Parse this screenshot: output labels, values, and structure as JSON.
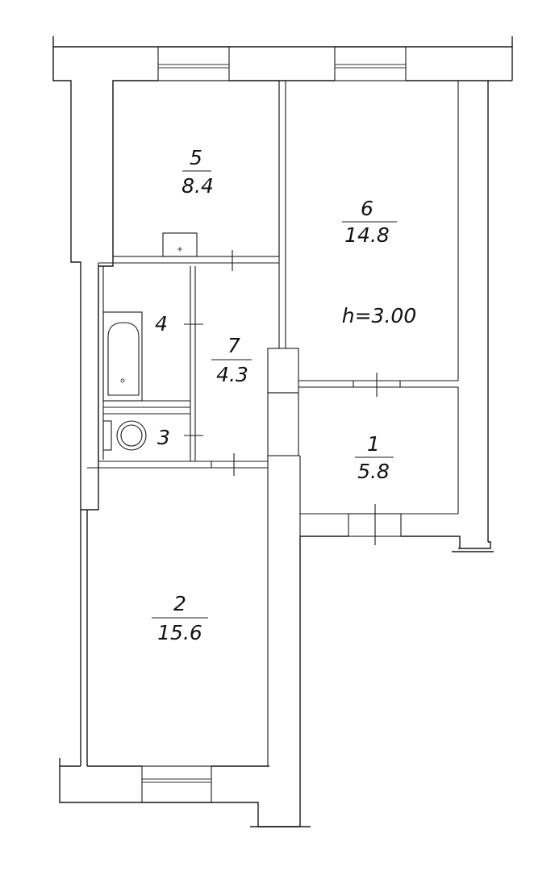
{
  "rooms": [
    {
      "id": "1",
      "number": "1",
      "area": "5.8"
    },
    {
      "id": "2",
      "number": "2",
      "area": "15.6"
    },
    {
      "id": "3",
      "number": "3"
    },
    {
      "id": "4",
      "number": "4"
    },
    {
      "id": "5",
      "number": "5",
      "area": "8.4"
    },
    {
      "id": "6",
      "number": "6",
      "area": "14.8"
    },
    {
      "id": "7",
      "number": "7",
      "area": "4.3"
    }
  ],
  "ceiling_height": "h=3.00",
  "fixtures": [
    "bathtub-icon",
    "toilet-icon",
    "vent-box-icon"
  ]
}
